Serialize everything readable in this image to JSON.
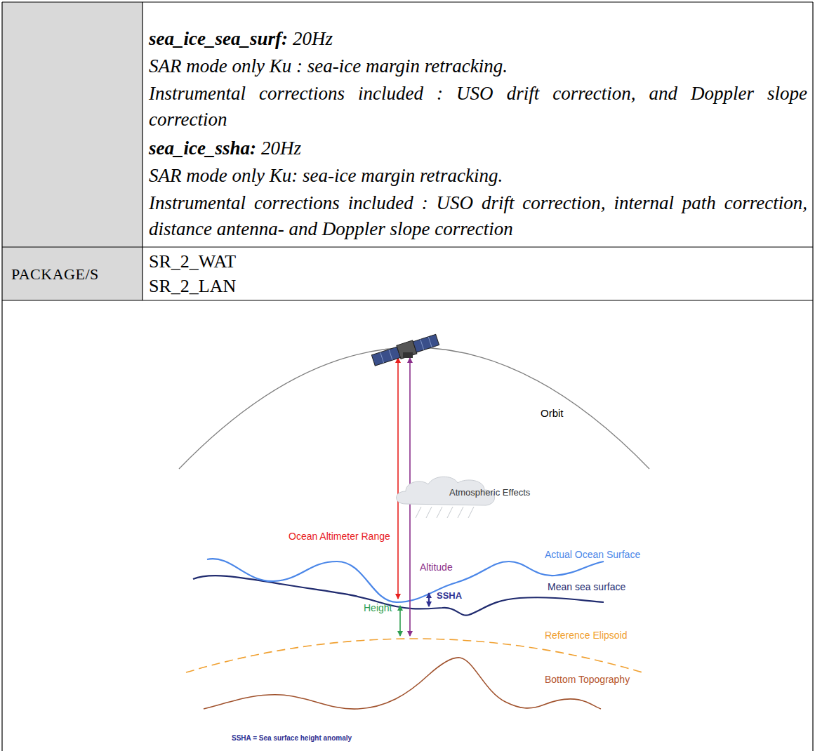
{
  "diagram": {
    "labels": [
      "sea_ice_sea_surf:",
      "20Hz",
      "SAR mode only Ku : sea-ice margin retracking.",
      "Instrumental corrections included : USO drift correction, and Doppler slope correction",
      "sea_ice_ssha:",
      "20Hz",
      "SAR mode only Ku: sea-ice margin retracking.",
      "Instrumental corrections included : USO drift correction, internal path correction, distance antenna- and Doppler slope correction",
      "PACKAGE/S",
      "SR_2_WAT",
      "SR_2_LAN",
      "Orbit",
      "Atmospheric Effects",
      "Ocean Altimeter Range",
      "Altitude",
      "Actual Ocean Surface",
      "Mean sea surface",
      "SSHA",
      "Height",
      "Reference Elipsoid",
      "Bottom Topography",
      "SSHA = Sea surface height anomaly"
    ]
  }
}
